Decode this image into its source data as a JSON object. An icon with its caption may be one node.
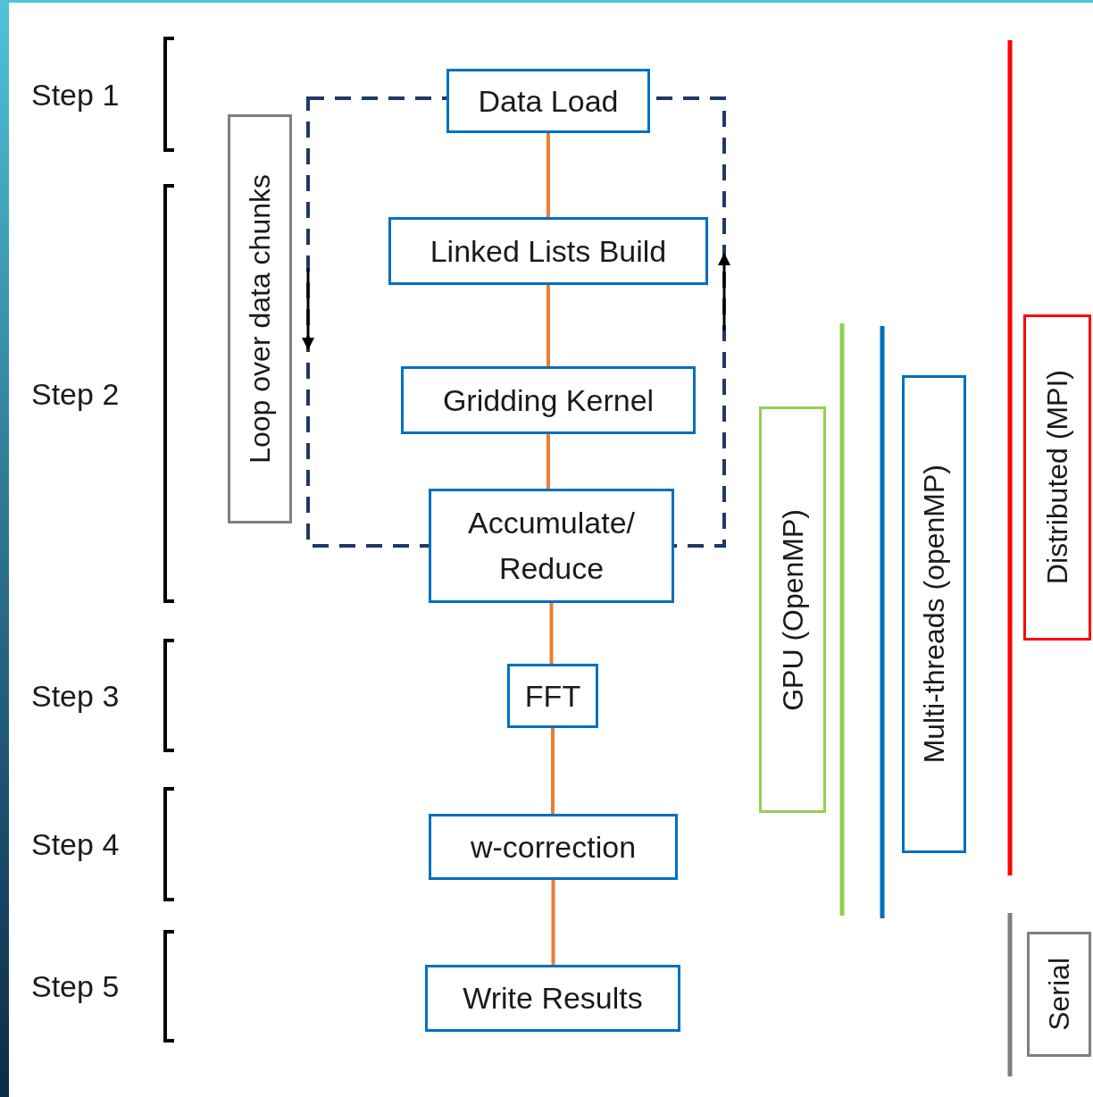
{
  "diagram": {
    "nodes": [
      {
        "text": [
          "Data Load"
        ]
      },
      {
        "text": [
          "Linked Lists Build"
        ]
      },
      {
        "text": [
          "Gridding Kernel"
        ]
      },
      {
        "text": [
          "Accumulate/ Reduce"
        ]
      },
      {
        "text": [
          "FFT"
        ]
      },
      {
        "text": [
          "w-correction"
        ]
      },
      {
        "text": [
          "Write Results"
        ]
      },
      {
        "text": [
          "Loop over data chunks"
        ]
      },
      {
        "text": [
          "GPU (OpenMP)"
        ]
      },
      {
        "text": [
          "Multi-threads (openMP)"
        ]
      },
      {
        "text": [
          "Distributed (MPI)"
        ]
      },
      {
        "text": [
          "Serial"
        ]
      }
    ],
    "edges": [
      {
        "from": 0,
        "to": 1,
        "arrow": "none"
      },
      {
        "from": 1,
        "to": 2,
        "arrow": "none"
      },
      {
        "from": 2,
        "to": 3,
        "arrow": "none"
      },
      {
        "from": 3,
        "to": 4,
        "arrow": "none"
      },
      {
        "from": 4,
        "to": 5,
        "arrow": "none"
      },
      {
        "from": 5,
        "to": 6,
        "arrow": "none"
      }
    ],
    "labels": [
      "Step 1",
      "Step 2",
      "Step 3",
      "Step 4",
      "Step 5"
    ]
  }
}
